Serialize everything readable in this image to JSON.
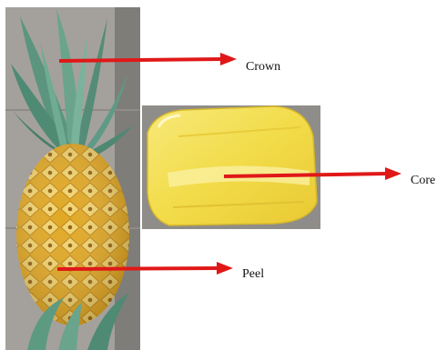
{
  "labels": {
    "crown": "Crown",
    "core": "Core",
    "peel": "Peel"
  },
  "colors": {
    "arrow": "#e01818",
    "text": "#111111",
    "crown_leaf": "#5f9a86",
    "crown_leaf_dark": "#3f6f63",
    "fruit_yellow": "#e8b22c",
    "fruit_pattern": "#f4dc86",
    "core_slice": "#f4e35a",
    "backdrop": "#9b9a97"
  },
  "icons": {
    "pointer": "arrow-icon"
  }
}
